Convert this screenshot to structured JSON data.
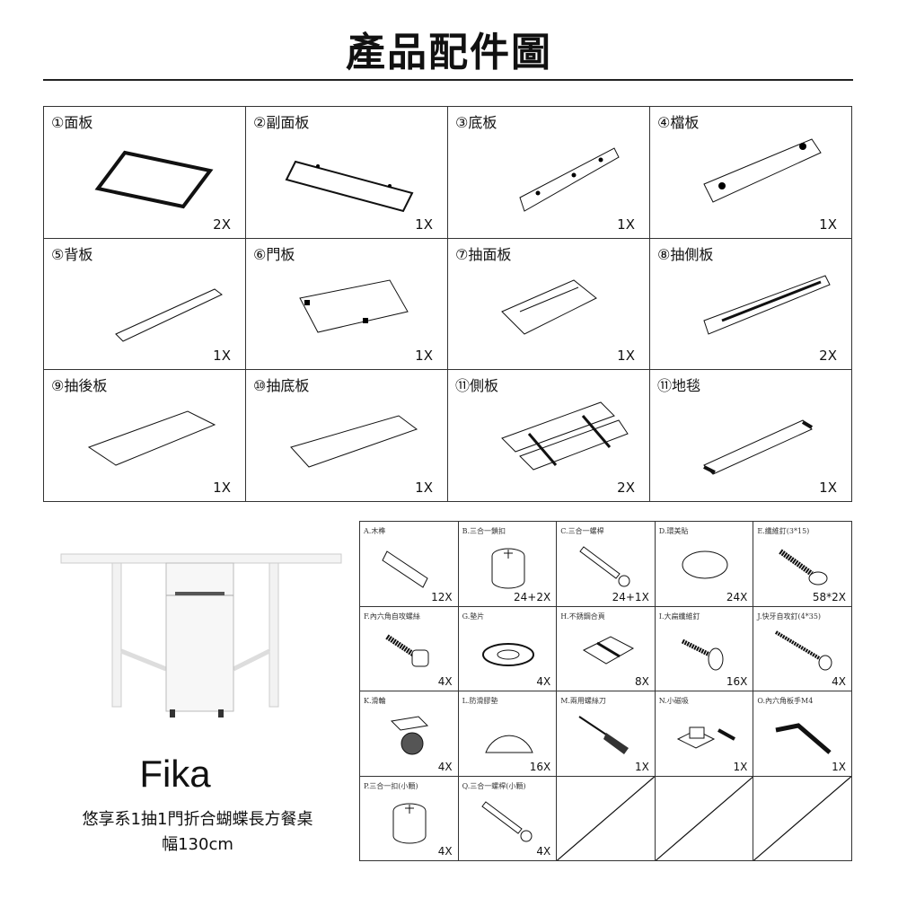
{
  "title": "產品配件圖",
  "panels": [
    {
      "label": "①面板",
      "qty": "2X",
      "icon": "tabletop-panel"
    },
    {
      "label": "②副面板",
      "qty": "1X",
      "icon": "sub-panel"
    },
    {
      "label": "③底板",
      "qty": "1X",
      "icon": "bottom-panel"
    },
    {
      "label": "④檔板",
      "qty": "1X",
      "icon": "baffle-panel"
    },
    {
      "label": "⑤背板",
      "qty": "1X",
      "icon": "back-panel"
    },
    {
      "label": "⑥門板",
      "qty": "1X",
      "icon": "door-panel"
    },
    {
      "label": "⑦抽面板",
      "qty": "1X",
      "icon": "drawer-front-panel"
    },
    {
      "label": "⑧抽側板",
      "qty": "2X",
      "icon": "drawer-side-panel"
    },
    {
      "label": "⑨抽後板",
      "qty": "1X",
      "icon": "drawer-back-panel"
    },
    {
      "label": "⑩抽底板",
      "qty": "1X",
      "icon": "drawer-bottom-panel"
    },
    {
      "label": "⑪側板",
      "qty": "2X",
      "icon": "side-frame"
    },
    {
      "label": "⑪地毯",
      "qty": "1X",
      "icon": "rug"
    }
  ],
  "hardware": [
    {
      "label": "A.木榫",
      "qty": "12X",
      "icon": "wood-dowel"
    },
    {
      "label": "B.三合一鎖扣",
      "qty": "24+2X",
      "icon": "cam-lock"
    },
    {
      "label": "C.三合一螺桿",
      "qty": "24+1X",
      "icon": "cam-bolt"
    },
    {
      "label": "D.環美貼",
      "qty": "24X",
      "icon": "cover-sticker"
    },
    {
      "label": "E.纖維釘(3*15)",
      "qty": "58*2X",
      "icon": "screw"
    },
    {
      "label": "F.內六角自攻螺絲",
      "qty": "4X",
      "icon": "hex-screw"
    },
    {
      "label": "G.墊片",
      "qty": "4X",
      "icon": "washer"
    },
    {
      "label": "H.不銹鋼合頁",
      "qty": "8X",
      "icon": "hinge"
    },
    {
      "label": "I.大扁纖維釘",
      "qty": "16X",
      "icon": "flat-head-screw"
    },
    {
      "label": "J.快牙自攻釘(4*35)",
      "qty": "4X",
      "icon": "long-screw"
    },
    {
      "label": "K.滑輪",
      "qty": "4X",
      "icon": "caster-wheel"
    },
    {
      "label": "L.防滑膠墊",
      "qty": "16X",
      "icon": "rubber-pad"
    },
    {
      "label": "M.兩用螺絲刀",
      "qty": "1X",
      "icon": "screwdriver"
    },
    {
      "label": "N.小磁吸",
      "qty": "1X",
      "icon": "magnet-catch"
    },
    {
      "label": "O.內六角板手M4",
      "qty": "1X",
      "icon": "hex-key"
    },
    {
      "label": "P.三合一扣(小顆)",
      "qty": "4X",
      "icon": "cam-lock"
    },
    {
      "label": "Q.三合一螺桿(小顆)",
      "qty": "4X",
      "icon": "cam-bolt"
    }
  ],
  "product": {
    "name": "Fika",
    "description": "悠享系1抽1門折合蝴蝶長方餐桌",
    "width": "幅130cm"
  }
}
